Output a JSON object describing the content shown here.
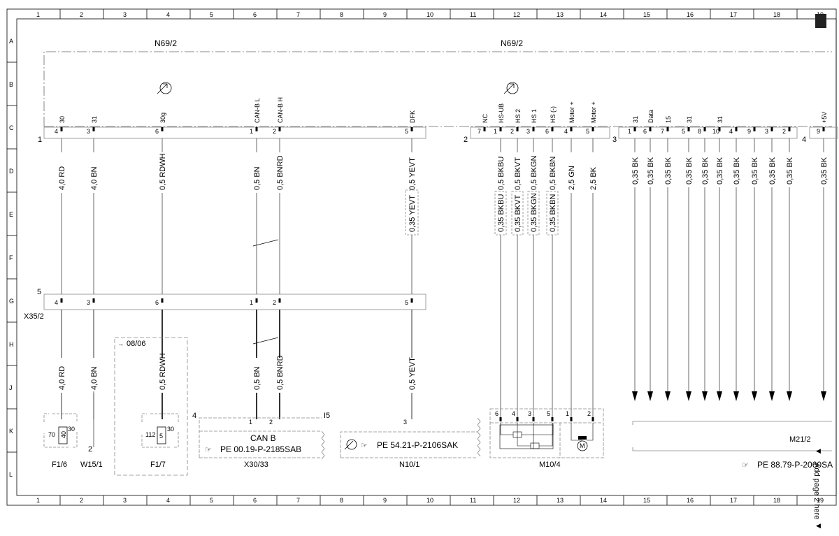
{
  "grid": {
    "columns": [
      "1",
      "2",
      "3",
      "4",
      "5",
      "6",
      "7",
      "8",
      "9",
      "10",
      "11",
      "12",
      "13",
      "14",
      "15",
      "16",
      "17",
      "18",
      "19"
    ],
    "rows": [
      "A",
      "B",
      "C",
      "D",
      "E",
      "F",
      "G",
      "H",
      "J",
      "K",
      "L"
    ]
  },
  "modules": {
    "left_title": "N69/2",
    "right_title": "N69/2"
  },
  "connectors": {
    "c1": "1",
    "c2": "2",
    "c3": "3",
    "c4": "4",
    "c5": "5",
    "x35": "X35/2",
    "x3033_num": "4",
    "i5": "I5"
  },
  "pins_left": [
    {
      "signal": "30",
      "pin": "4",
      "wire_top": "4,0 RD",
      "wire_bot": "4,0 RD",
      "g_pin": "4"
    },
    {
      "signal": "31",
      "pin": "3",
      "wire_top": "4,0 BN",
      "wire_bot": "4,0 BN",
      "g_pin": "3"
    },
    {
      "signal": "30g",
      "pin": "6",
      "wire_top": "0,5 RDWH",
      "wire_bot": "0,5 RDWH",
      "g_pin": "6"
    },
    {
      "signal": "CAN-B L",
      "pin": "1",
      "wire_top": "0,5 BN",
      "wire_bot": "0,5 BN",
      "g_pin": "1"
    },
    {
      "signal": "CAN-B H",
      "pin": "2",
      "wire_top": "0,5 BNRD",
      "wire_bot": "0,5 BNRD",
      "g_pin": "2"
    },
    {
      "signal": "DFK",
      "pin": "5",
      "wire_top": "0,5 YEVT",
      "wire_mid": "0,35 YEVT",
      "wire_bot": "0,5 YEVT",
      "g_pin": "5"
    }
  ],
  "pins_mid": [
    {
      "signal": "NC",
      "pin": "7"
    },
    {
      "signal": "HS-UB",
      "pin": "1",
      "wire_top": "0,5 BKBU",
      "wire_mid": "0,35 BKBU"
    },
    {
      "signal": "HS 2",
      "pin": "2",
      "wire_top": "0,5 BKVT",
      "wire_mid": "0,35 BKVT"
    },
    {
      "signal": "HS 1",
      "pin": "3",
      "wire_top": "0,5 BKGN",
      "wire_mid": "0,35 BKGN"
    },
    {
      "signal": "HS (-)",
      "pin": "6",
      "wire_top": "0,5 BKBN",
      "wire_mid": "0,35 BKBN"
    },
    {
      "signal": "Motor +",
      "pin": "4",
      "wire_top": "2,5 GN"
    },
    {
      "signal": "Motor +",
      "pin": "5",
      "wire_top": "2,5 BK"
    }
  ],
  "pins_right": [
    {
      "signal": "31",
      "pin": "1",
      "wire": "0,35 BK"
    },
    {
      "signal": "Data",
      "pin": "6",
      "wire": "0,35 BK"
    },
    {
      "signal": "15",
      "pin": "7",
      "wire": "0,35 BK"
    },
    {
      "signal": "31",
      "pin": "5",
      "wire": "0,35 BK"
    },
    {
      "signal": "",
      "pin": "8",
      "wire": "0,35 BK"
    },
    {
      "signal": "31",
      "pin": "10",
      "wire": "0,35 BK"
    },
    {
      "signal": "",
      "pin": "4",
      "wire": "0,35 BK"
    },
    {
      "signal": "",
      "pin": "9",
      "wire": "0,35 BK"
    },
    {
      "signal": "",
      "pin": "3",
      "wire": "0,35 BK"
    },
    {
      "signal": "",
      "pin": "2",
      "wire": "0,35 BK"
    }
  ],
  "pin_far": {
    "signal": "+5V",
    "pin": "9",
    "wire": "0,35 BK"
  },
  "components": {
    "f16": {
      "label": "F1/6",
      "a": "70",
      "b": "40",
      "c": "30"
    },
    "w151": {
      "label": "W15/1",
      "num": "2"
    },
    "f17": {
      "label": "F1/7",
      "date": "08/06",
      "a": "112",
      "b": "5",
      "c": "30"
    },
    "x3033": {
      "label": "X30/33",
      "name": "CAN B",
      "ref": "PE 00.19-P-2185SAB",
      "p1": "1",
      "p2": "2"
    },
    "n101": {
      "label": "N10/1",
      "ref": "PE 54.21-P-2106SAK",
      "pin": "3"
    },
    "m104": {
      "label": "M10/4",
      "pins": [
        "6",
        "4",
        "3",
        "5",
        "1",
        "2"
      ]
    },
    "m212": {
      "label": "M21/2",
      "ref": "PE 88.79-P-2060SA"
    }
  },
  "page_hint": "Add page 2 here"
}
